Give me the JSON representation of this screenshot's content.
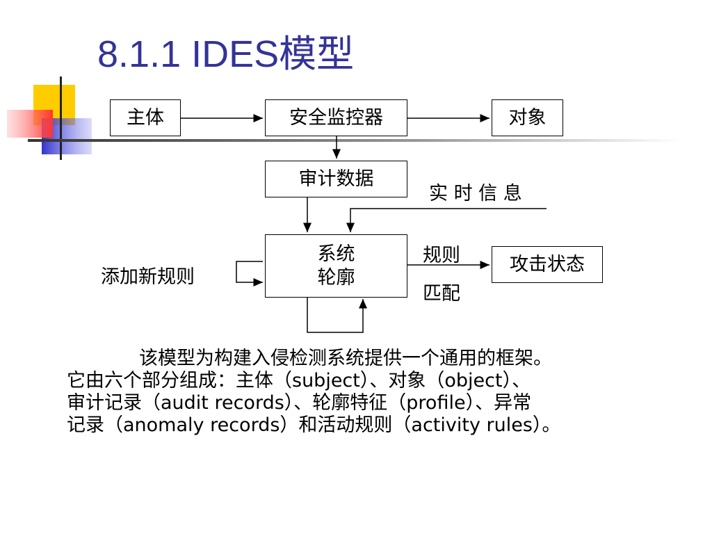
{
  "slide": {
    "title": "8.1.1  IDES模型",
    "title_color": "#333399"
  },
  "diagram": {
    "subject": "主体",
    "monitor": "安全监控器",
    "object": "对象",
    "audit_data": "审计数据",
    "realtime_info": "实 时 信 息",
    "profile_line1": "系统",
    "profile_line2": "轮廓",
    "add_rules": "添加新规则",
    "rule_match_line1": "规则",
    "rule_match_line2": "匹配",
    "attack_state": "攻击状态"
  },
  "body_text": {
    "line1": "该模型为构建入侵检测系统提供一个通用的框架。",
    "line2": "它由六个部分组成：主体（subject）、对象（object）、",
    "line3": "审计记录（audit records）、轮廓特征（profile）、异常",
    "line4": "记录（anomaly records）和活动规则（activity rules）。"
  }
}
